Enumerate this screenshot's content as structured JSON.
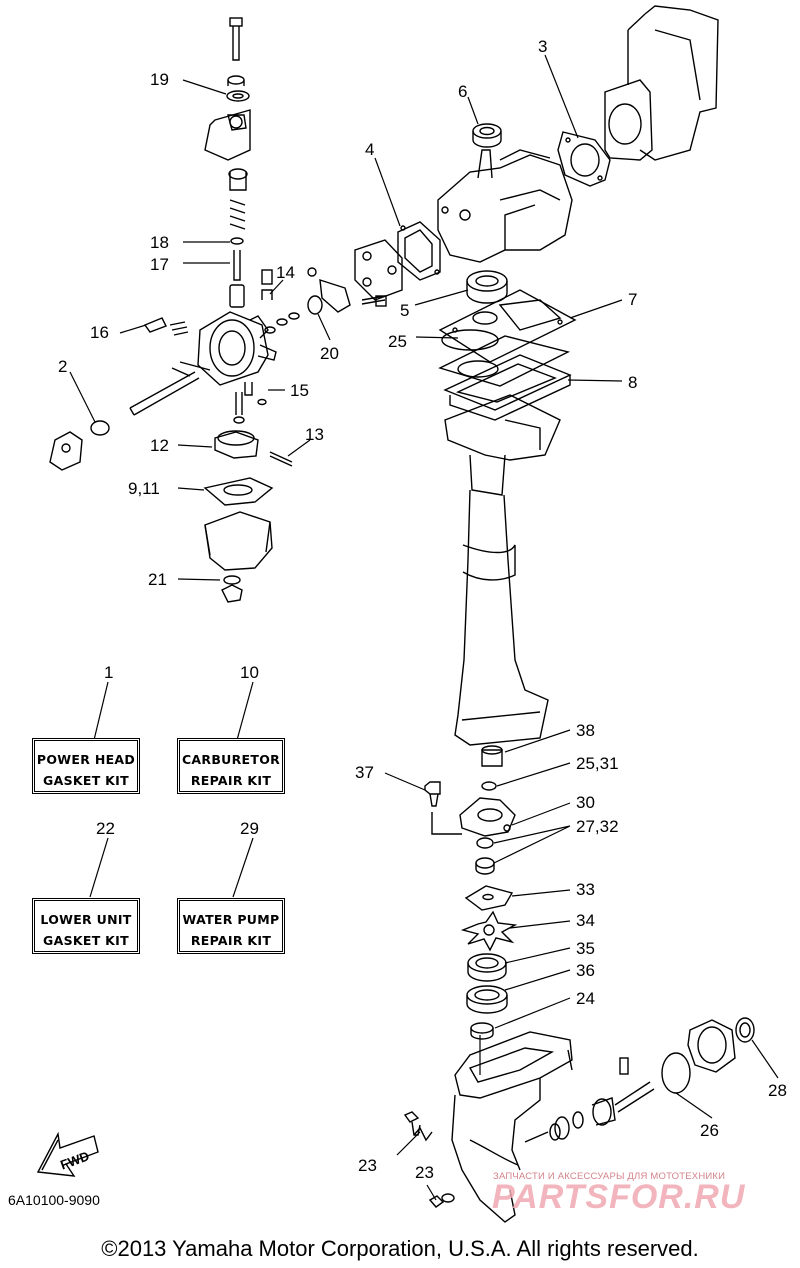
{
  "callouts": [
    {
      "id": "c-19",
      "text": "19"
    },
    {
      "id": "c-6",
      "text": "6"
    },
    {
      "id": "c-3",
      "text": "3"
    },
    {
      "id": "c-4",
      "text": "4"
    },
    {
      "id": "c-18",
      "text": "18"
    },
    {
      "id": "c-17",
      "text": "17"
    },
    {
      "id": "c-14",
      "text": "14"
    },
    {
      "id": "c-5",
      "text": "5"
    },
    {
      "id": "c-7",
      "text": "7"
    },
    {
      "id": "c-25a",
      "text": "25"
    },
    {
      "id": "c-16",
      "text": "16"
    },
    {
      "id": "c-20",
      "text": "20"
    },
    {
      "id": "c-2",
      "text": "2"
    },
    {
      "id": "c-15",
      "text": "15"
    },
    {
      "id": "c-8",
      "text": "8"
    },
    {
      "id": "c-13",
      "text": "13"
    },
    {
      "id": "c-12",
      "text": "12"
    },
    {
      "id": "c-911",
      "text": "9,11"
    },
    {
      "id": "c-21",
      "text": "21"
    },
    {
      "id": "c-1",
      "text": "1"
    },
    {
      "id": "c-10",
      "text": "10"
    },
    {
      "id": "c-38",
      "text": "38"
    },
    {
      "id": "c-37",
      "text": "37"
    },
    {
      "id": "c-2531",
      "text": "25,31"
    },
    {
      "id": "c-30",
      "text": "30"
    },
    {
      "id": "c-2732",
      "text": "27,32"
    },
    {
      "id": "c-22",
      "text": "22"
    },
    {
      "id": "c-29",
      "text": "29"
    },
    {
      "id": "c-33",
      "text": "33"
    },
    {
      "id": "c-34",
      "text": "34"
    },
    {
      "id": "c-35",
      "text": "35"
    },
    {
      "id": "c-36",
      "text": "36"
    },
    {
      "id": "c-24",
      "text": "24"
    },
    {
      "id": "c-28",
      "text": "28"
    },
    {
      "id": "c-26",
      "text": "26"
    },
    {
      "id": "c-23a",
      "text": "23"
    },
    {
      "id": "c-23b",
      "text": "23"
    }
  ],
  "kits": {
    "power_head": {
      "line1": "POWER HEAD",
      "line2": "GASKET KIT"
    },
    "carburetor": {
      "line1": "CARBURETOR",
      "line2": "REPAIR KIT"
    },
    "lower_unit": {
      "line1": "LOWER UNIT",
      "line2": "GASKET KIT"
    },
    "water_pump": {
      "line1": "WATER PUMP",
      "line2": "REPAIR KIT"
    }
  },
  "fwd_label": "FWD",
  "part_number": "6A10100-9090",
  "copyright": "©2013 Yamaha Motor Corporation, U.S.A. All rights reserved.",
  "watermark": {
    "tagline": "ЗАПЧАСТИ И АКСЕССУАРЫ ДЛЯ МОТОТЕХНИКИ",
    "brand": "PARTSFOR.RU",
    "color": "#e06070"
  }
}
